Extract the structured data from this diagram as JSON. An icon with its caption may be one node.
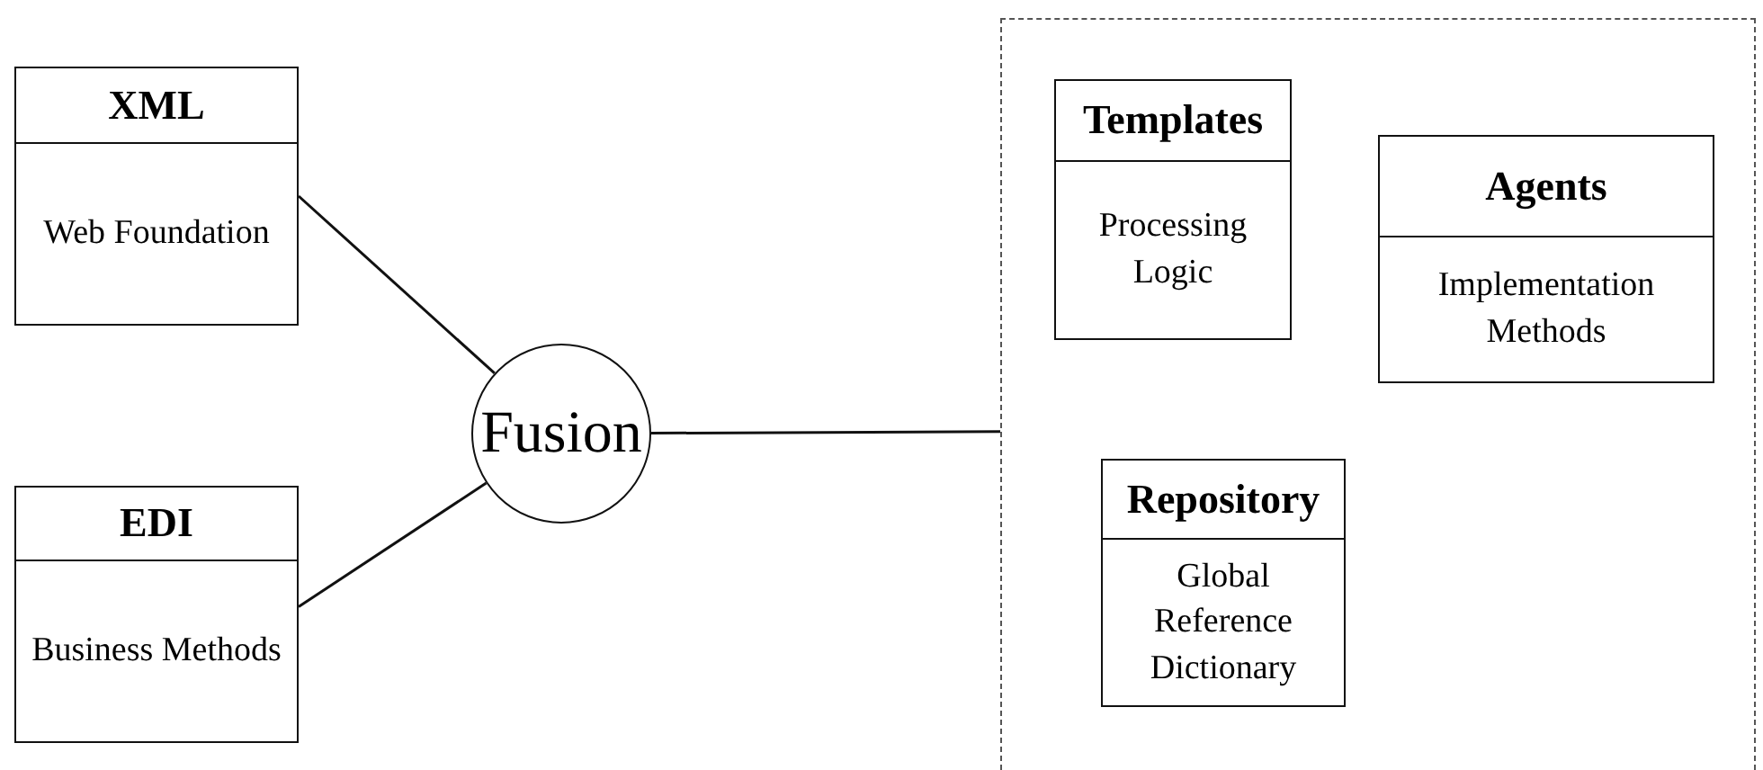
{
  "diagram": {
    "nodes": [
      {
        "text": [
          "XML",
          "Web Foundation"
        ]
      },
      {
        "text": [
          "EDI",
          "Business Methods"
        ]
      },
      {
        "text": [
          "Fusion"
        ]
      },
      {
        "text": [],
        "shape": "box"
      },
      {
        "text": [
          "Templates",
          "Processing Logic"
        ],
        "in": 3
      },
      {
        "text": [
          "Agents",
          "Implementation Methods"
        ],
        "in": 3
      },
      {
        "text": [
          "Repository",
          "Global Reference Dictionary"
        ],
        "in": 3
      }
    ],
    "edges": [
      {
        "from": 0,
        "to": 2,
        "arrow": "none"
      },
      {
        "from": 1,
        "to": 2,
        "arrow": "none"
      },
      {
        "from": 2,
        "to": 3,
        "arrow": "none"
      }
    ]
  }
}
